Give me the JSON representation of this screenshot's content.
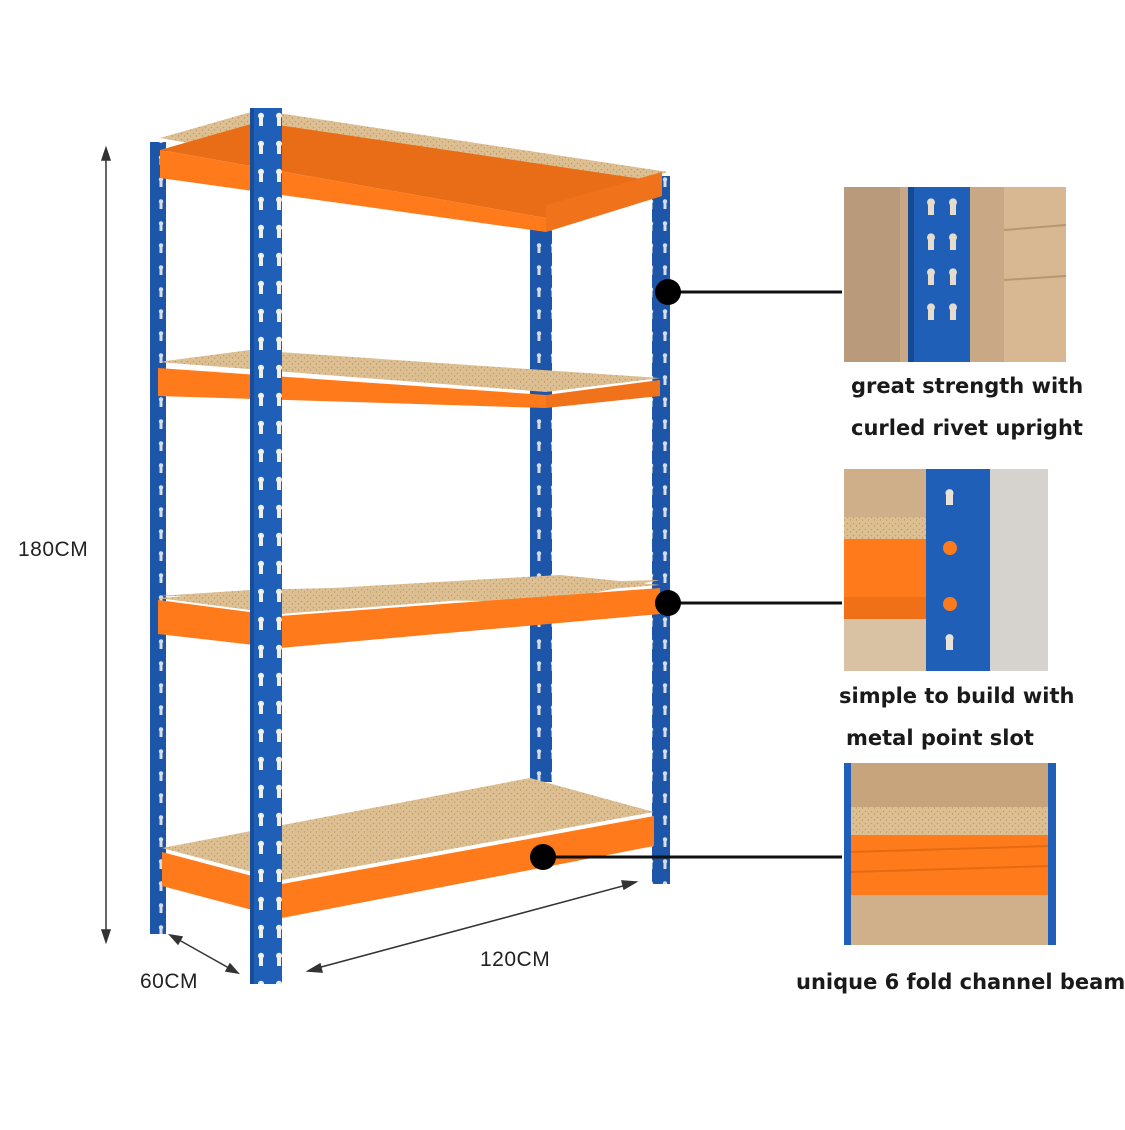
{
  "dimensions": {
    "height": "180CM",
    "depth": "60CM",
    "width": "120CM"
  },
  "features": [
    {
      "line1": "great strength with",
      "line2": "curled rivet upright"
    },
    {
      "line1": "simple to build with",
      "line2": "metal point slot"
    },
    {
      "line1": "unique 6 fold channel beam"
    }
  ],
  "colors": {
    "upright": "#1f5fb8",
    "beam": "#ff7a1a",
    "board": "#d9b98a",
    "background": "#ffffff"
  },
  "icons": [
    "callout-dot-icon"
  ]
}
